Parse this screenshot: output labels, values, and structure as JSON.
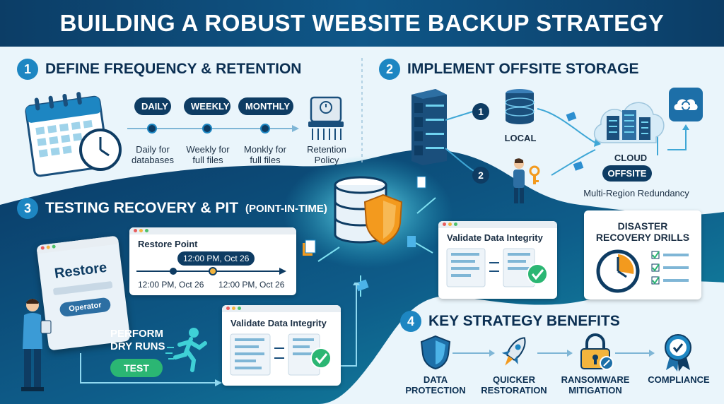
{
  "title": "BUILDING A ROBUST WEBSITE BACKUP STRATEGY",
  "sections": {
    "s1": {
      "number": "1",
      "title": "DEFINE FREQUENCY & RETENTION",
      "pills": [
        "DAILY",
        "WEEKLY",
        "MONTHLY"
      ],
      "captions": [
        [
          "Daily for",
          "databases"
        ],
        [
          "Weekly for",
          "full files"
        ],
        [
          "Monkly for",
          "full files"
        ]
      ],
      "retention": [
        "Retention",
        "Policy"
      ]
    },
    "s2": {
      "number": "2",
      "title": "IMPLEMENT OFFSITE STORAGE",
      "step1": "1",
      "step2": "2",
      "local": "LOCAL",
      "cloud": "CLOUD",
      "offsite": "OFFSITE",
      "redundancy": "Multi-Region Redundancy",
      "validate": "Validate Data Integrity",
      "drills": [
        "DISASTER",
        "RECOVERY DRILLS"
      ]
    },
    "s3": {
      "number": "3",
      "title": "TESTING RECOVERY & PIT",
      "title_small": "(POINT-IN-TIME)",
      "restore_word": "Restore",
      "operator": "Operator",
      "restore_point": "Restore Point",
      "time_selected": "12:00 PM, Oct 26",
      "time_left": "12:00 PM, Oct 26",
      "time_right": "12:00 PM, Oct 26",
      "perform": [
        "PERFORM",
        "DRY RUNS"
      ],
      "test": "TEST",
      "validate": "Validate Data Integrity"
    },
    "s4": {
      "number": "4",
      "title": "KEY STRATEGY BENEFITS",
      "benefits": [
        [
          "DATA",
          "PROTECTION"
        ],
        [
          "QUICKER",
          "RESTORATION"
        ],
        [
          "RANSOMWARE",
          "MITIGATION"
        ],
        [
          "COMPLIANCE",
          ""
        ]
      ]
    }
  },
  "colors": {
    "navy": "#0c3d66",
    "accent": "#1d86c2",
    "teal": "#1a8fa8",
    "green": "#2bb673",
    "orange": "#f39a1e"
  }
}
